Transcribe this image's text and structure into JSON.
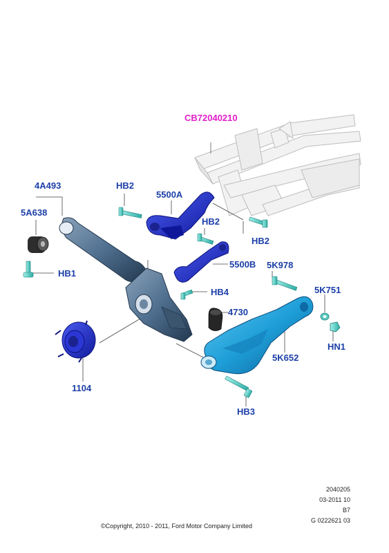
{
  "colors": {
    "label": "#1c3fa8",
    "reference_label": "#e21fc8",
    "steel": "#4f6f8f",
    "link_blue": "#1f2ccc",
    "arm_cyan": "#1e9fd8",
    "fastener_cyan": "#4fd0c8"
  },
  "callouts": {
    "ref_subframe": "CB72040210",
    "knuckle_arm": "4A493",
    "bushing": "5A638",
    "bolt_hb1": "HB1",
    "bolt_hb2_left": "HB2",
    "upper_link": "5500A",
    "bolt_hb2_mid": "HB2",
    "bolt_hb2_right": "HB2",
    "lower_link": "5500B",
    "bolt_5k978": "5K978",
    "bolt_hb4": "HB4",
    "spring_seat": "4730",
    "washer_5k751": "5K751",
    "nut_hn1": "HN1",
    "lower_arm": "5K652",
    "hub": "1104",
    "bolt_hb3": "HB3"
  },
  "footer": {
    "code1": "2040205",
    "code2": "03-2011 10",
    "code3": "B7",
    "code4": "G 0222621 03",
    "copyright": "©Copyright, 2010 - 2011, Ford Motor Company Limited"
  }
}
